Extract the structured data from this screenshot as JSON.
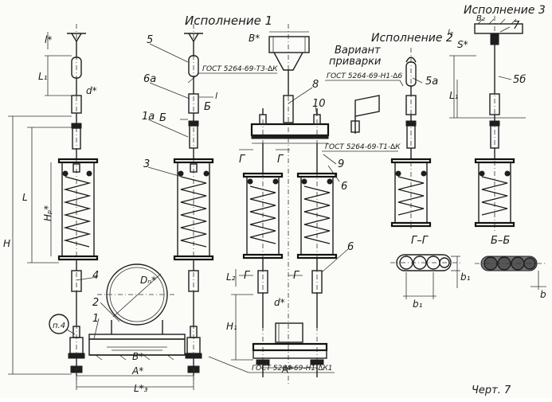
{
  "titles": {
    "variant1": "Исполнение 1",
    "variant2": "Исполнение 2",
    "variant3": "Исполнение 3",
    "welding_line1": "Вариант",
    "welding_line2": "приварки"
  },
  "gost_labels": {
    "top_left": "ГОСТ 5264-69-Т3-∆К",
    "top_mid": "ГОСТ 5264-69-Н1-∆6",
    "mid_right": "ГОСТ 5264-69-Т1-∆К",
    "bottom": "ГОСТ 5264-69-Н1-∆К1"
  },
  "part_numbers": {
    "p1": "1",
    "p1a": "1а",
    "p2": "2",
    "p3": "3",
    "p4": "4",
    "p5": "5",
    "p5a": "5а",
    "p5b": "5б",
    "p6": "6",
    "p6b": "6",
    "p6a": "6а",
    "p7": "7",
    "p8": "8",
    "p9": "9",
    "p10": "10",
    "pn4": "п.4"
  },
  "dimensions": {
    "H": "H",
    "L": "L",
    "Hp": "Hₚ*",
    "L1": "L₁",
    "L1b": "L₁",
    "L2": "L₂",
    "H1": "H₁",
    "l_star": "l*",
    "d_star": "d*",
    "d_star2": "d*",
    "B_star": "B*",
    "B_star2": "B*",
    "A_star": "A*",
    "A_star2": "A*",
    "L_star": "L*₃",
    "Dn": "Dₙ*",
    "S_star": "S*",
    "B2": "B₂",
    "l2": "l₂",
    "b1": "b₁",
    "b1b": "b₁",
    "b": "b",
    "l3": "l"
  },
  "sections": {
    "GG": "Г–Г",
    "BB": "Б–Б",
    "G": "Г",
    "Bsec": "Б"
  },
  "sheet_label": "Черт. 7"
}
